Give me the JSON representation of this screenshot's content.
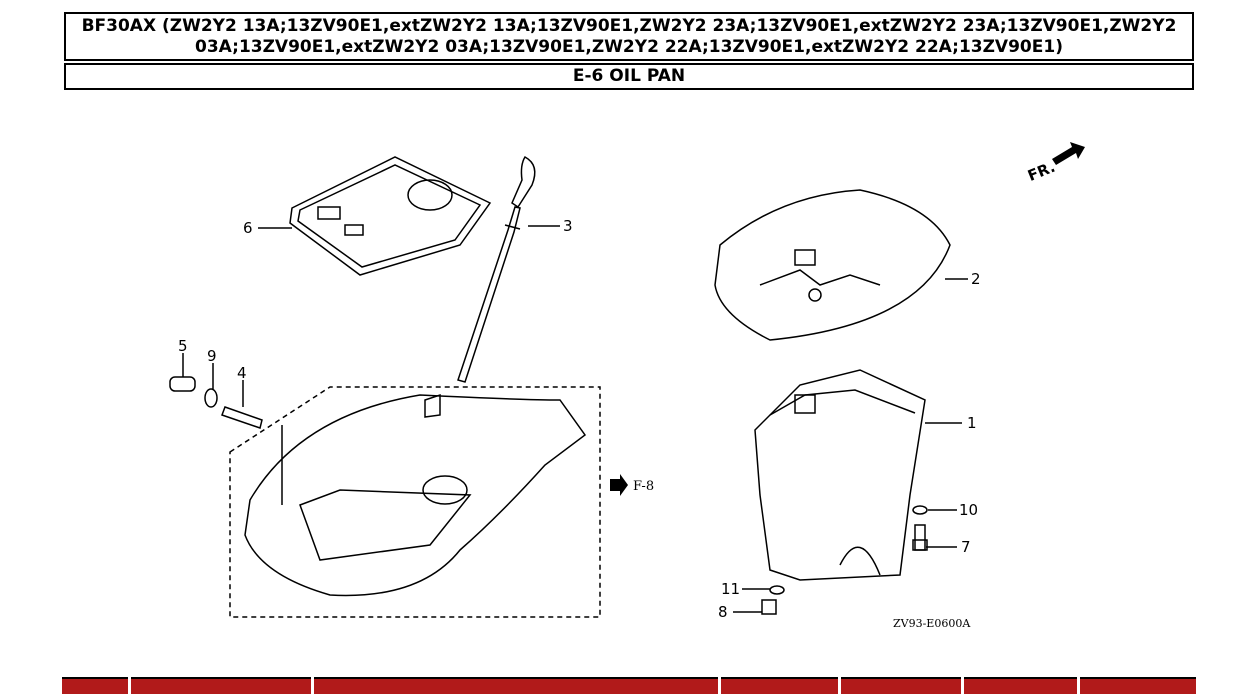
{
  "header": {
    "title": "BF30AX (ZW2Y2 13A;13ZV90E1,extZW2Y2 13A;13ZV90E1,ZW2Y2 23A;13ZV90E1,extZW2Y2 23A;13ZV90E1,ZW2Y2 03A;13ZV90E1,extZW2Y2 03A;13ZV90E1,ZW2Y2 22A;13ZV90E1,extZW2Y2 22A;13ZV90E1)",
    "section": "E-6 OIL PAN"
  },
  "diagram": {
    "callouts": {
      "c1": "1",
      "c2": "2",
      "c3": "3",
      "c4": "4",
      "c5": "5",
      "c6": "6",
      "c7": "7",
      "c8": "8",
      "c9": "9",
      "c10": "10",
      "c11": "11"
    },
    "front_label": "FR.",
    "ref_label": "F-8",
    "drawing_code": "ZV93-E0600A"
  },
  "colors": {
    "table_header": "#b11a1a",
    "line": "#000000"
  }
}
